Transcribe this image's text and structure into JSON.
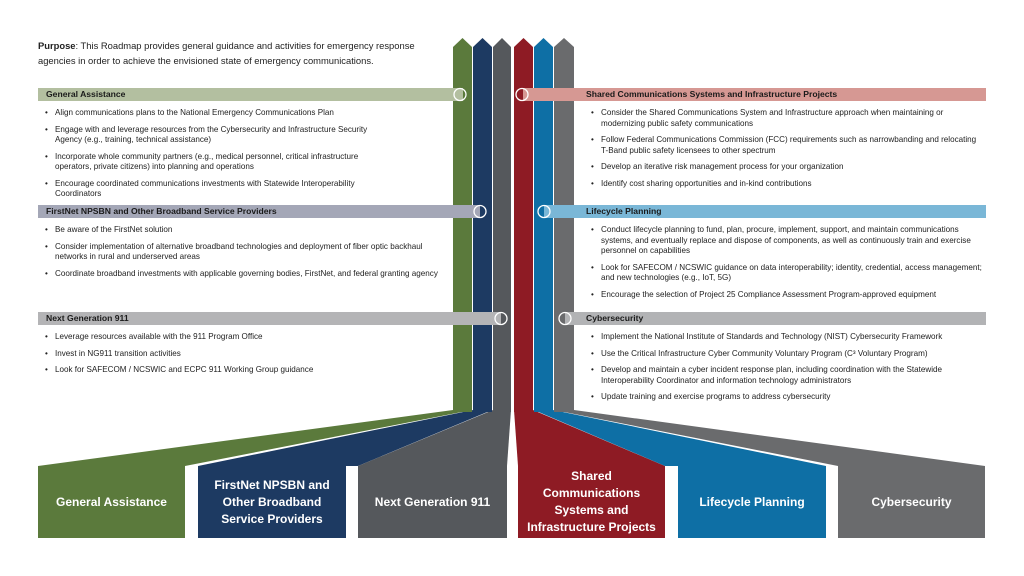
{
  "purpose": {
    "label": "Purpose",
    "text": ": This Roadmap provides general guidance and activities for emergency response agencies in order to achieve the envisioned state of emergency communications."
  },
  "colors": {
    "general": "#5b7a3c",
    "firstnet": "#1d3a62",
    "ng911": "#55585c",
    "shared": "#8e1b24",
    "lifecycle": "#0e6fa5",
    "cyber": "#6a6b6d",
    "general_bar": "#b3bfa0",
    "firstnet_bar": "#a4a7b7",
    "ng911_bar": "#b4b4b6",
    "shared_bar": "#d69893",
    "lifecycle_bar": "#7ab7d7",
    "cyber_bar": "#b2b3b5"
  },
  "left_sections": [
    {
      "title": "General Assistance",
      "items": [
        "Align communications plans to the National Emergency Communications Plan",
        "Engage with and leverage resources from the Cybersecurity and Infrastructure Security Agency (e.g., training, technical assistance)",
        "Incorporate whole community partners (e.g., medical personnel, critical infrastructure operators, private citizens) into planning and operations",
        "Encourage coordinated communications investments with Statewide Interoperability Coordinators"
      ]
    },
    {
      "title": "FirstNet NPSBN and Other Broadband Service Providers",
      "items": [
        "Be aware of the FirstNet solution",
        "Consider implementation of alternative broadband technologies and deployment of fiber optic backhaul networks in rural and underserved areas",
        "Coordinate broadband investments with applicable governing bodies, FirstNet, and federal granting agency"
      ]
    },
    {
      "title": "Next Generation 911",
      "items": [
        "Leverage resources available with the 911 Program Office",
        "Invest in NG911 transition activities",
        "Look for SAFECOM / NCSWIC and ECPC 911 Working Group guidance"
      ]
    }
  ],
  "right_sections": [
    {
      "title": "Shared Communications Systems and Infrastructure Projects",
      "items": [
        "Consider the Shared Communications System and Infrastructure approach when maintaining or modernizing public safety communications",
        "Follow Federal Communications Commission (FCC) requirements such as narrowbanding and relocating T-Band public safety licensees to other spectrum",
        "Develop an iterative risk management process for your organization",
        "Identify cost sharing opportunities and in-kind contributions"
      ]
    },
    {
      "title": "Lifecycle Planning",
      "items": [
        "Conduct lifecycle planning to fund, plan, procure, implement, support, and maintain communications systems, and eventually replace and dispose of components, as well as continuously train and exercise personnel on capabilities",
        "Look for SAFECOM / NCSWIC guidance on data interoperability; identity, credential, access management; and new technologies (e.g., IoT, 5G)",
        "Encourage the selection of Project 25 Compliance Assessment Program-approved equipment"
      ]
    },
    {
      "title": "Cybersecurity",
      "items": [
        "Implement the National Institute of Standards and Technology (NIST) Cybersecurity Framework",
        "Use the Critical Infrastructure Cyber Community Voluntary Program (C³ Voluntary Program)",
        "Develop and maintain a cyber incident response plan, including coordination with the Statewide Interoperability Coordinator and information technology administrators",
        "Update training and exercise programs to address cybersecurity"
      ]
    }
  ],
  "boxes": [
    {
      "label": "General Assistance"
    },
    {
      "label": "FirstNet NPSBN and Other Broadband Service Providers"
    },
    {
      "label": "Next Generation 911"
    },
    {
      "label": "Shared Communications Systems and Infrastructure Projects"
    },
    {
      "label": "Lifecycle Planning"
    },
    {
      "label": "Cybersecurity"
    }
  ]
}
